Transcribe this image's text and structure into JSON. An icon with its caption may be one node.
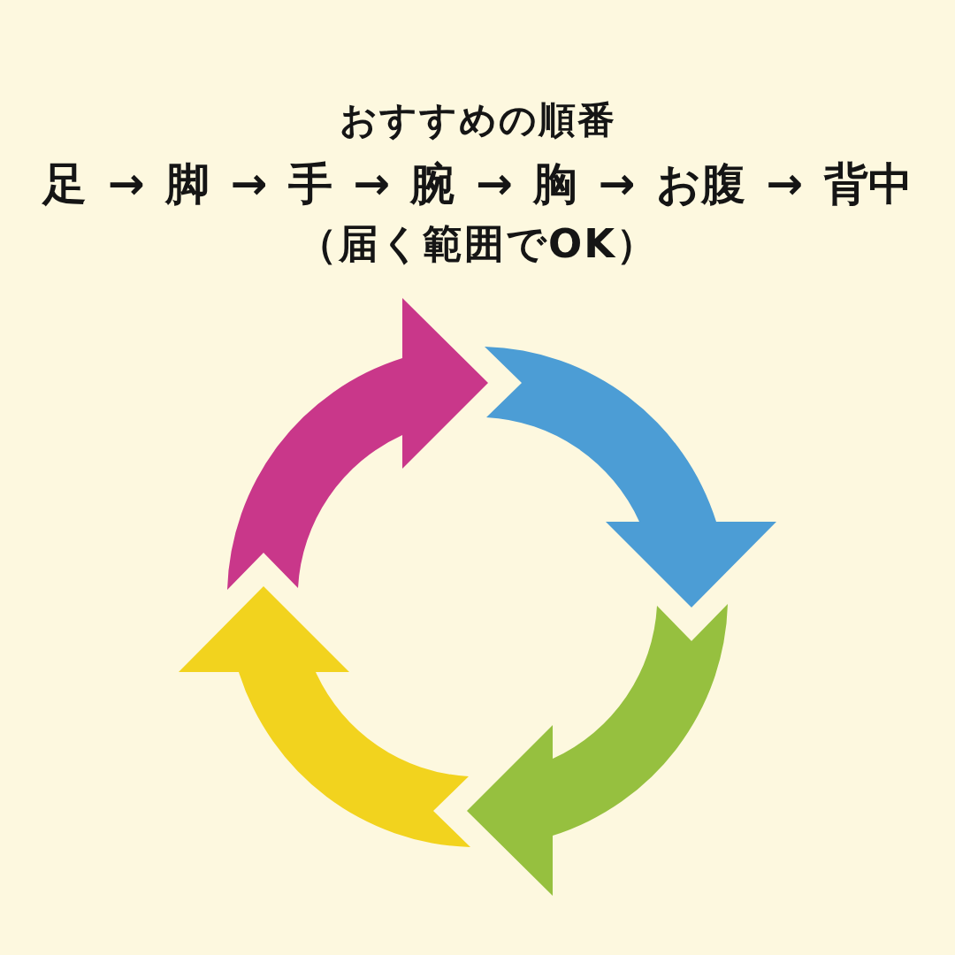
{
  "diagram": {
    "title": "おすすめの順番",
    "labels": [
      "足 → 脚 → 手 → 腕 → 胸 → お腹 → 背中",
      "（届く範囲でOK）"
    ]
  }
}
